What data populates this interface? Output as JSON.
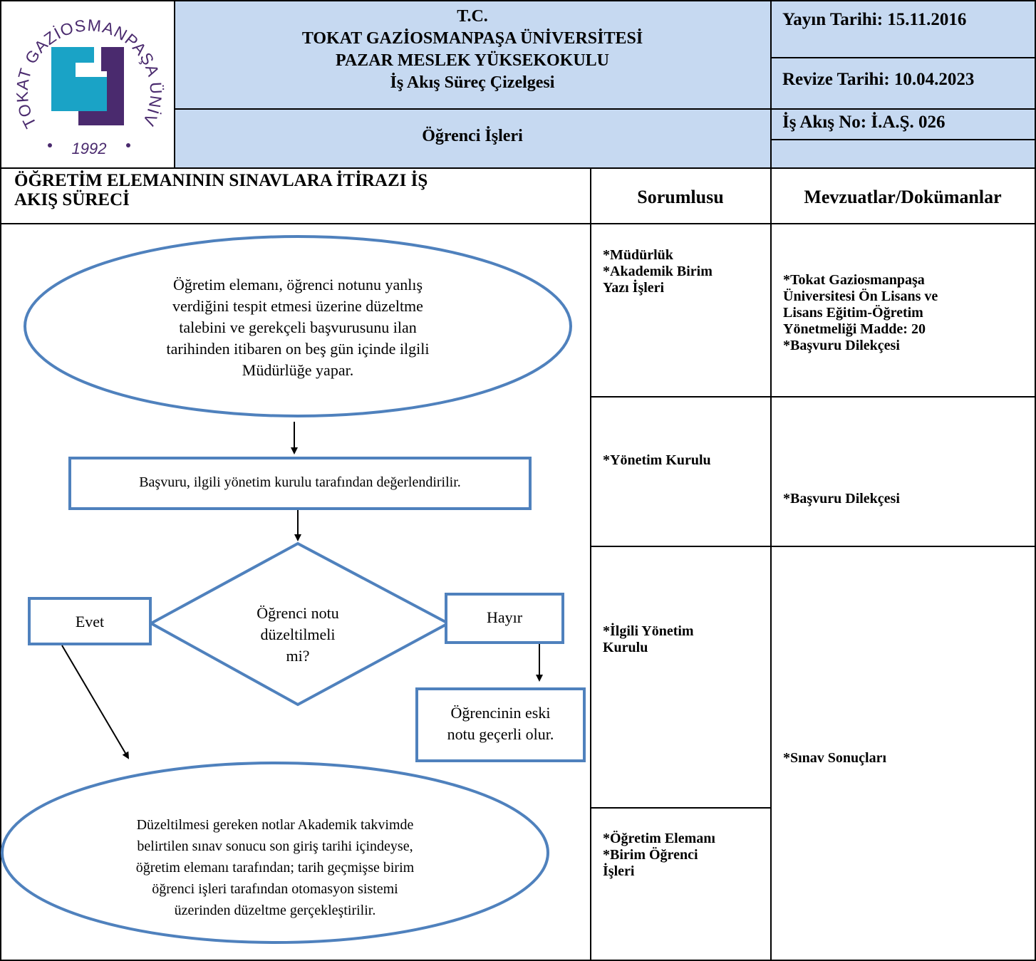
{
  "header": {
    "logo": {
      "arc_text": "TOKAT GAZİOSMANPAŞA ÜNİVERSİTESİ",
      "year": "1992",
      "colors": {
        "ring": "#4a2a6e",
        "teal": "#1aa3c6"
      }
    },
    "title_lines": [
      "T.C.",
      "TOKAT GAZİOSMANPAŞA ÜNİVERSİTESİ",
      "PAZAR MESLEK YÜKSEKOKULU",
      "İş Akış Süreç Çizelgesi"
    ],
    "unit": "Öğrenci İşleri",
    "publish_date": "Yayın Tarihi: 15.11.2016",
    "revision_date": "Revize Tarihi: 10.04.2023",
    "flow_no": "İş Akış No: İ.A.Ş. 026"
  },
  "columns": {
    "process_title_lines": [
      "ÖĞRETİM ELEMANININ SINAVLARA İTİRAZI İŞ",
      "AKIŞ SÜRECİ"
    ],
    "responsible": "Sorumlusu",
    "documents": "Mevzuatlar/Dokümanlar"
  },
  "flow": {
    "start_lines": [
      "Öğretim elemanı, öğrenci notunu yanlış",
      "verdiğini tespit etmesi üzerine düzeltme",
      "talebini ve gerekçeli başvurusunu ilan",
      "tarihinden itibaren on beş gün içinde ilgili",
      "Müdürlüğe yapar."
    ],
    "evaluate": "Başvuru, ilgili yönetim kurulu tarafından değerlendirilir.",
    "decision_lines": [
      "Öğrenci notu",
      "düzeltilmeli",
      "mi?"
    ],
    "yes": "Evet",
    "no": "Hayır",
    "no_result_lines": [
      "Öğrencinin eski",
      "notu geçerli olur."
    ],
    "end_lines": [
      "Düzeltilmesi gereken notlar Akademik takvimde",
      "belirtilen sınav sonucu son giriş tarihi içindeyse,",
      "öğretim elemanı tarafından; tarih geçmişse birim",
      "öğrenci işleri tarafından otomasyon sistemi",
      "üzerinden düzeltme gerçekleştirilir."
    ],
    "shape_color": "#4f81bd"
  },
  "responsible": [
    [
      "*Müdürlük",
      "*Akademik Birim",
      "Yazı İşleri"
    ],
    [
      "*Yönetim Kurulu"
    ],
    [
      "*İlgili Yönetim",
      "Kurulu"
    ],
    [
      "*Öğretim Elemanı",
      "*Birim Öğrenci",
      "İşleri"
    ]
  ],
  "documents": [
    [
      "*Tokat Gaziosmanpaşa",
      "Üniversitesi Ön Lisans ve",
      "Lisans Eğitim-Öğretim",
      "Yönetmeliği Madde: 20",
      "*Başvuru Dilekçesi"
    ],
    [
      "*Başvuru Dilekçesi"
    ],
    [
      "*Sınav Sonuçları"
    ]
  ]
}
